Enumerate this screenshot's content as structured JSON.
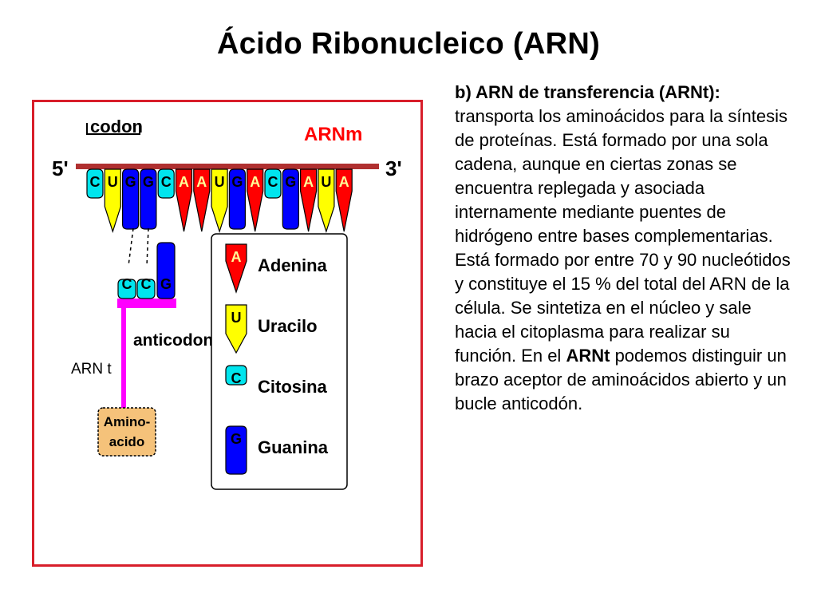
{
  "title": "Ácido Ribonucleico (ARN)",
  "diagram": {
    "labels": {
      "codon": "codon",
      "arnm": "ARNm",
      "five_prime": "5'",
      "three_prime": "3'",
      "anticodon": "anticodon",
      "arnt": "ARN t",
      "amino_line1": "Amino-",
      "amino_line2": "acido"
    },
    "mrna_sequence": [
      "C",
      "U",
      "G",
      "G",
      "C",
      "A",
      "A",
      "U",
      "G",
      "A",
      "C",
      "G",
      "A",
      "U",
      "A"
    ],
    "anticodon_bases": [
      "C",
      "C",
      "G"
    ],
    "legend": [
      {
        "letter": "A",
        "name": "Adenina"
      },
      {
        "letter": "U",
        "name": "Uracilo"
      },
      {
        "letter": "C",
        "name": "Citosina"
      },
      {
        "letter": "G",
        "name": "Guanina"
      }
    ],
    "colors": {
      "A": "#ff0000",
      "U": "#ffff00",
      "C": "#00e5ee",
      "G": "#0000ff",
      "backbone": "#b03030",
      "trna_arm": "#ff00ff",
      "arnm_label": "#ff0000",
      "frame": "#d81e2a",
      "amino_box": "#f5c27a"
    }
  },
  "body": {
    "heading": "b) ARN de transferencia (ARNt):",
    "text_before_bold": "transporta los aminoácidos para la síntesis de proteínas. Está formado por una sola cadena, aunque en ciertas zonas se encuentra replegada y asociada internamente mediante puentes de hidrógeno entre bases complementarias. Está formado por entre 70 y 90 nucleótidos y constituye el 15 % del total del ARN de la célula. Se sintetiza en el núcleo y sale hacia el citoplasma para realizar su función. En el",
    "bold_word": "ARNt",
    "text_after_bold": "podemos distinguir un brazo aceptor de aminoácidos abierto y un bucle anticodón."
  }
}
